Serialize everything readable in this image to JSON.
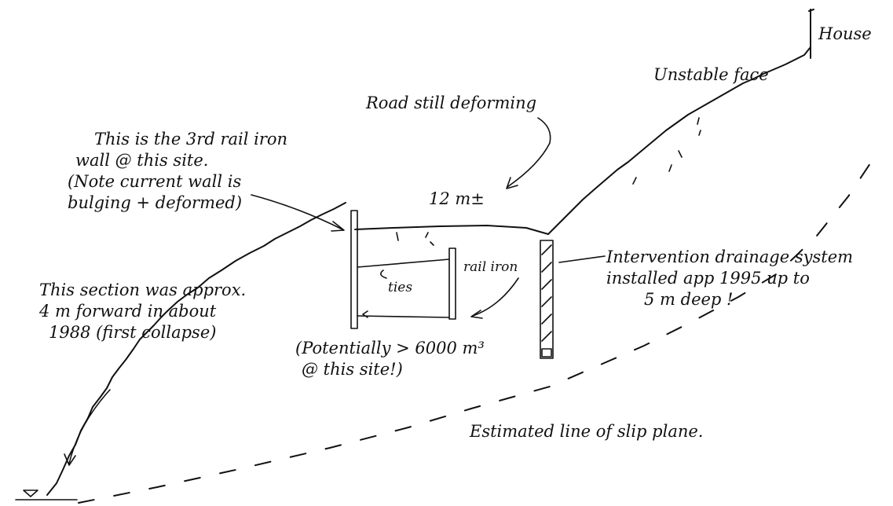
{
  "annotations": {
    "house": "House",
    "unstable_face": "Unstable face",
    "road_deforming": "Road still deforming",
    "rail_wall_note": [
      "This is the 3rd rail iron",
      "wall @ this site.",
      "(Note current wall is",
      "bulging + deformed)"
    ],
    "width": "12 m±",
    "ties": "ties",
    "rail_iron": "rail iron",
    "drainage": [
      "Intervention drainage system",
      "installed app 1995 up to",
      "5 m deep !"
    ],
    "section_note": [
      "This section was approx.",
      "4 m forward in about",
      "1988 (first collapse)"
    ],
    "volume": [
      "(Potentially > 6000 m³",
      "@ this site!)"
    ],
    "slip_plane": "Estimated line of slip plane."
  }
}
